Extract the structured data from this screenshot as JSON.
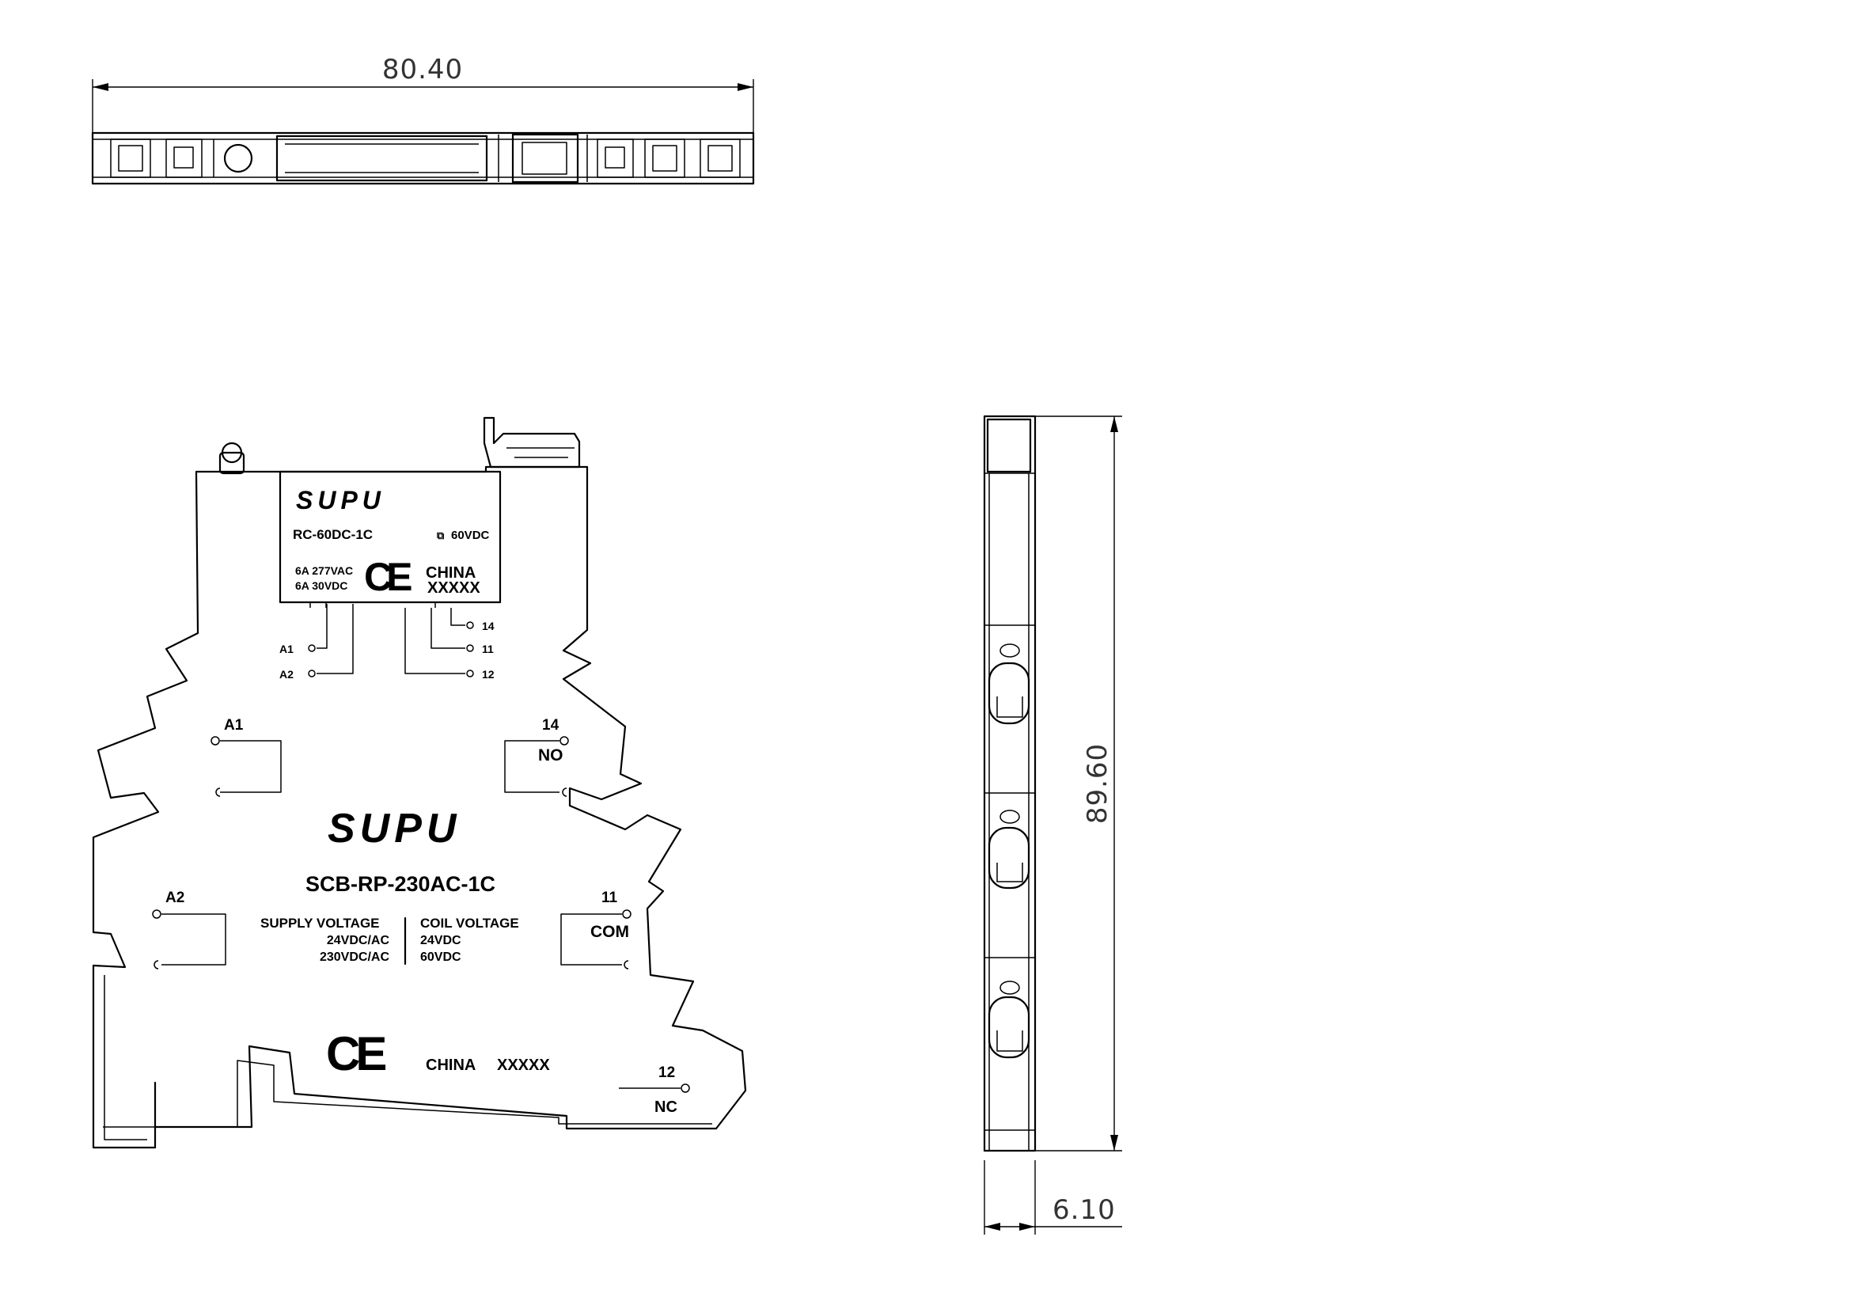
{
  "dimensions": {
    "width": "80.40",
    "height": "89.60",
    "depth": "6.10"
  },
  "relay": {
    "brand": "SUPU",
    "model": "RC-60DC-1C",
    "coil_voltage": "60VDC",
    "rating_ac": "6A 277VAC",
    "rating_dc": "6A  30VDC",
    "ce_mark": "CE",
    "origin": "CHINA",
    "batch": "XXXXX",
    "pins": {
      "a1": "A1",
      "a2": "A2",
      "p14": "14",
      "p11": "11",
      "p12": "12"
    }
  },
  "module": {
    "brand": "SUPU",
    "model": "SCB-RP-230AC-1C",
    "supply_voltage_label": "SUPPLY  VOLTAGE",
    "supply_voltage_values": [
      "24VDC/AC",
      "230VDC/AC"
    ],
    "coil_voltage_label": "COIL  VOLTAGE",
    "coil_voltage_values": [
      "24VDC",
      "60VDC"
    ],
    "ce_mark": "CE",
    "origin": "CHINA",
    "batch": "XXXXX",
    "terminals": {
      "a1": "A1",
      "a2": "A2",
      "t14": "14",
      "no": "NO",
      "t11": "11",
      "com": "COM",
      "t12": "12",
      "nc": "NC"
    }
  }
}
